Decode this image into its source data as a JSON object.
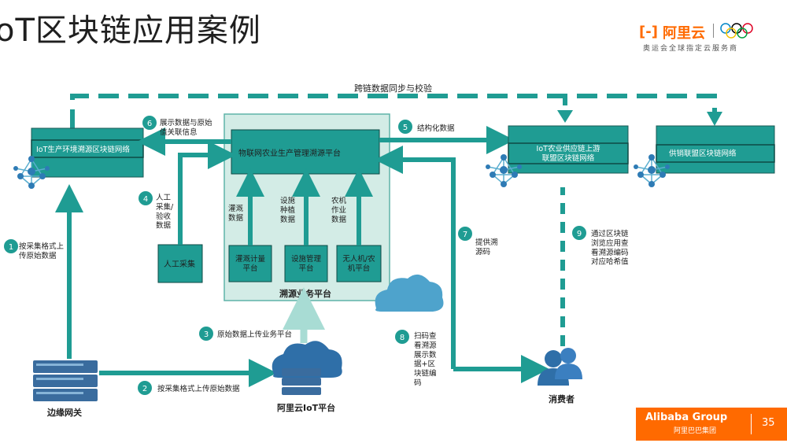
{
  "title": "oT区块链应用案例",
  "logo": {
    "brand": "阿里云",
    "tagline": "奥运会全球指定云服务商"
  },
  "footer": {
    "group": "Alibaba Group",
    "group_cn": "阿里巴巴集团",
    "page": "35"
  },
  "colors": {
    "teal": "#1f9c93",
    "box_fill": "#1f9c93",
    "panel_fill": "#d3ece6",
    "text_dark": "#1f1f1f",
    "accent": "#ff6a00"
  },
  "nodes": {
    "iot_env_chain": "IoT生产环境溯源区块链网络",
    "platform": "物联网农业生产管理溯源平台",
    "supply_chain": "IoT农业供应链上游\n联盟区块链网络",
    "sales_chain": "供销联盟区块链网络",
    "manual": "人工采集",
    "irrigation_meter": "灌溉计量\n平台",
    "facility_mgmt": "设施管理\n平台",
    "drone": "无人机/农\n机平台",
    "business_platform": "溯源业务平台",
    "edge_gateway": "边缘网关",
    "aliyun_iot": "阿里云IoT平台",
    "consumer": "消费者"
  },
  "labels": {
    "sync": "跨链数据同步与校验",
    "l1": "按采集格式上\n传原始数据",
    "l2": "按采集格式上传原始数据",
    "l3": "原始数据上传业务平台",
    "l4": "人工\n采集/\n验收\n数据",
    "l5": "结构化数据",
    "l6": "展示数据与原始\n值关联信息",
    "l7": "提供溯\n源码",
    "l8": "扫码查\n看溯源\n展示数\n据+区\n块链编\n码",
    "l9": "通过区块链\n浏览应用查\n看溯源编码\n对应哈希值",
    "irrigation_data": "灌溉\n数据",
    "planting_data": "设施\n种植\n数据",
    "machinery_data": "农机\n作业\n数据"
  },
  "step_numbers": [
    "1",
    "2",
    "3",
    "4",
    "5",
    "6",
    "7",
    "8",
    "9"
  ]
}
